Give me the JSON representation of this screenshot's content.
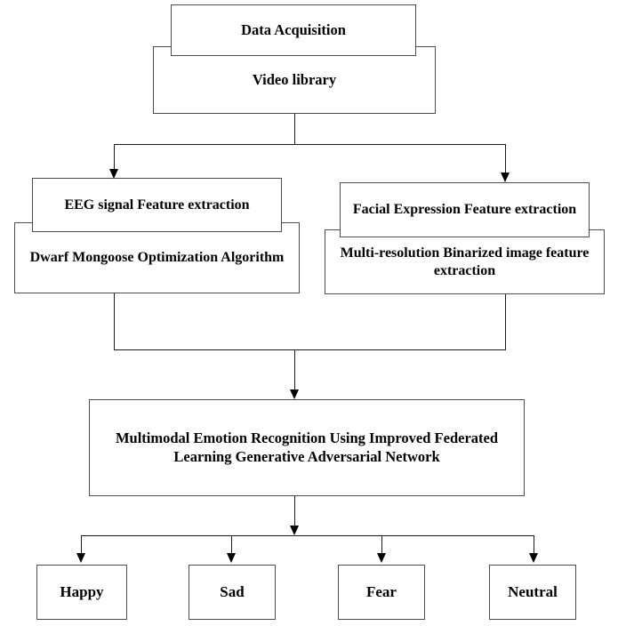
{
  "diagram": {
    "title": "Multimodal Emotion Recognition System Flowchart",
    "background_color": "#ffffff",
    "border_color": "#4d4d4d",
    "line_color": "#1a1a1a",
    "text_color": "#000000"
  },
  "nodes": {
    "data_acquisition": "Data Acquisition",
    "video_library": "Video library",
    "eeg_feature": "EEG signal Feature extraction",
    "dwarf_mongoose": "Dwarf Mongoose Optimization Algorithm",
    "facial_feature": "Facial Expression Feature extraction",
    "multi_resolution": "Multi-resolution Binarized image feature extraction",
    "fusion_model": "Multimodal Emotion Recognition Using Improved Federated Learning Generative Adversarial Network"
  },
  "outputs": [
    {
      "label": "Happy"
    },
    {
      "label": "Sad"
    },
    {
      "label": "Fear"
    },
    {
      "label": "Neutral"
    }
  ]
}
